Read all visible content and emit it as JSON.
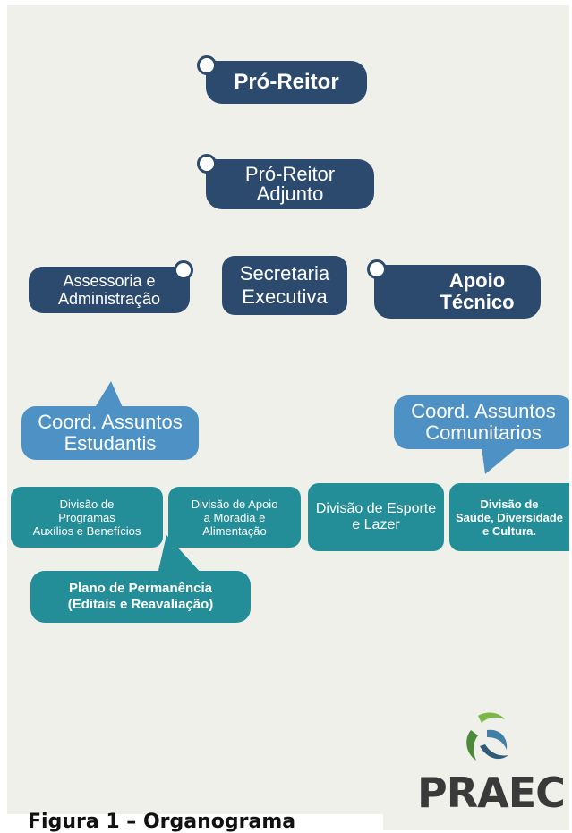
{
  "nodes": {
    "pro_reitor": "Pró-Reitor",
    "pro_reitor_adjunto": "Pró-Reitor\nAdjunto",
    "assessoria": "Assessoria e\nAdministração",
    "secretaria": "Secretaria\nExecutiva",
    "apoio_tecnico": "Apoio\nTécnico",
    "coord_estudantis": "Coord. Assuntos\nEstudantis",
    "coord_comunitarios": "Coord. Assuntos\nComunitarios",
    "div_programas": "Divisão de\nProgramas\nAuxílios e Benefícios",
    "div_moradia": "Divisão de Apoio\na Moradia e\nAlimentação",
    "div_esporte": "Divisão de Esporte\ne Lazer",
    "div_saude": "Divisão de\nSaúde, Diversidade\ne Cultura.",
    "plano_permanencia": "Plano de Permanência\n(Editais e Reavaliação)"
  },
  "logo": {
    "text": "PRAEC"
  },
  "caption": "Figura 1 – Organograma",
  "colors": {
    "navy": "#2b4a6d",
    "blue": "#4e92c5",
    "teal": "#238d98",
    "background": "#f0f0ea"
  },
  "icons": [
    "praec-logo-icon"
  ]
}
